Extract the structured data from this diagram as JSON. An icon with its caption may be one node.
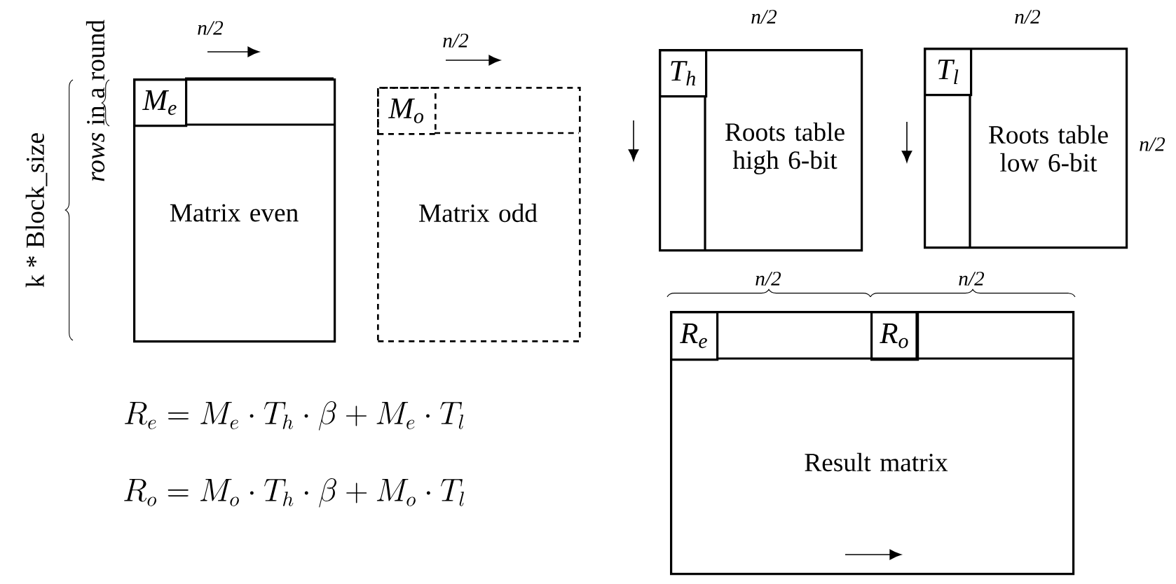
{
  "diagram": {
    "nodes": [
      {
        "text": [
          "Matrix even"
        ]
      },
      {
        "text": [
          "M$_{e}$"
        ],
        "in": 0
      },
      {
        "text": [
          "Matrix odd"
        ]
      },
      {
        "text": [
          "M$_{o}$"
        ],
        "in": 2
      },
      {
        "text": [
          "Roots table high 6-bit"
        ]
      },
      {
        "text": [
          "T$_{h}$"
        ],
        "in": 4
      },
      {
        "text": [
          "Roots table low 6-bit"
        ]
      },
      {
        "text": [
          "T$_{l}$"
        ],
        "in": 6
      },
      {
        "text": [
          "Result matrix"
        ]
      },
      {
        "text": [
          "R$_{e}$"
        ],
        "in": 8
      },
      {
        "text": [
          "R$_{o}$"
        ],
        "in": 8
      }
    ],
    "labels": [
      "n/2",
      "n/2",
      "n/2",
      "n/2",
      "*rows* in a round",
      "k * Block_size",
      "n/2",
      "n/2",
      "n/2",
      "R_e = M_e \\cdot T_h \\cdot \\beta + M_e \\cdot T_l",
      "R_o = M_o \\cdot T_h \\cdot \\beta + M_o \\cdot T_l"
    ]
  }
}
